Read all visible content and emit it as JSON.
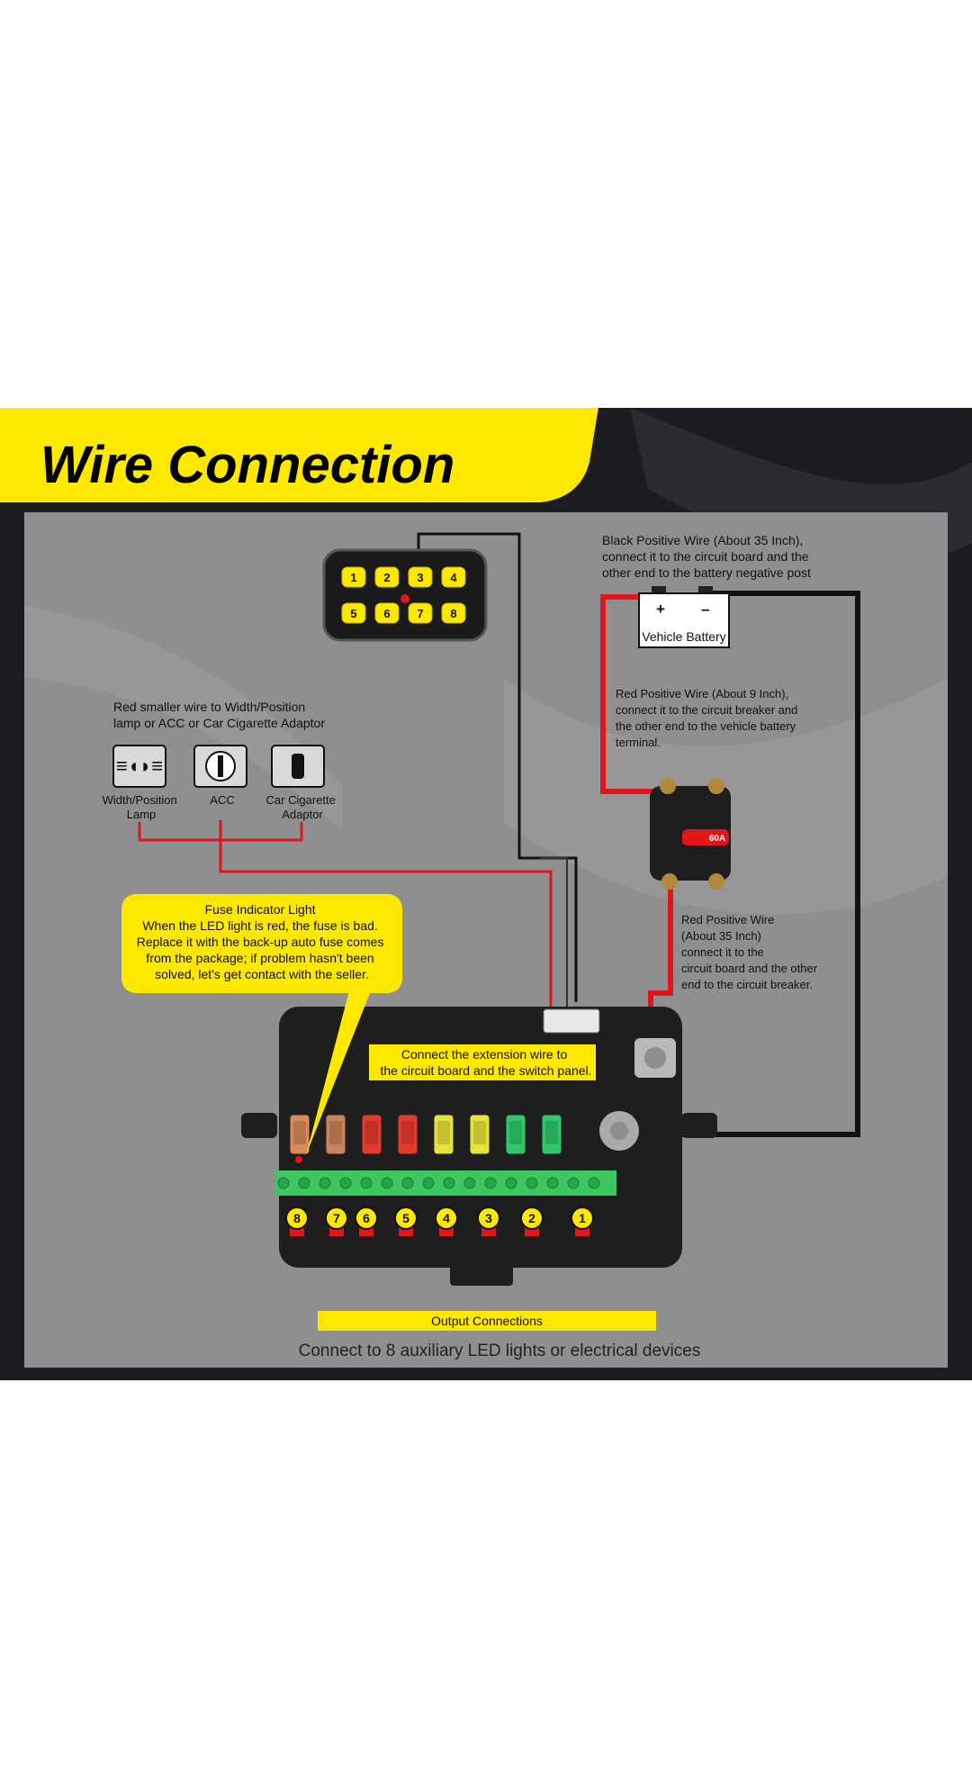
{
  "header": {
    "title": "Wire Connection"
  },
  "switch_panel": {
    "buttons": [
      "1",
      "2",
      "3",
      "4",
      "5",
      "6",
      "7",
      "8"
    ]
  },
  "black_wire_note": {
    "lines": [
      "Black Positive Wire (About 35 Inch),",
      "connect it to the circuit board and the",
      "other end to the battery negative post"
    ]
  },
  "battery": {
    "label": "Vehicle Battery",
    "plus": "+",
    "minus": "–"
  },
  "red_short_note": {
    "lines": [
      "Red Positive Wire (About 9 Inch),",
      "connect it to the circuit breaker and",
      "the other end to the vehicle battery",
      "terminal."
    ]
  },
  "breaker": {
    "rating": "60A"
  },
  "red_long_note": {
    "lines": [
      "Red Positive Wire",
      "(About 35 Inch)",
      "connect it to the",
      "circuit board and the other",
      "end to the circuit breaker."
    ]
  },
  "acc_note": {
    "lines": [
      "Red smaller wire to Width/Position",
      "lamp or ACC or Car Cigarette Adaptor"
    ]
  },
  "acc_options": [
    {
      "icon": "width-position-lamp-icon",
      "lines": [
        "Width/Position",
        "Lamp"
      ]
    },
    {
      "icon": "acc-key-icon",
      "lines": [
        "ACC"
      ]
    },
    {
      "icon": "cigarette-adaptor-icon",
      "lines": [
        "Car Cigarette",
        "Adaptor"
      ]
    }
  ],
  "fuse_indicator": {
    "title": "Fuse Indicator Light",
    "lines": [
      "When the LED light is red, the fuse is bad.",
      "Replace it with the back-up auto fuse comes",
      "from the package; if problem hasn't been",
      "solved, let's get contact with the seller."
    ]
  },
  "extension_note": {
    "lines": [
      "Connect the extension wire to",
      "the circuit board and the switch panel."
    ]
  },
  "fuse_box": {
    "fuses": [
      {
        "color": "#d98a5a"
      },
      {
        "color": "#c9825a"
      },
      {
        "color": "#e23b2e"
      },
      {
        "color": "#e23b2e"
      },
      {
        "color": "#e6e23a"
      },
      {
        "color": "#e6e23a"
      },
      {
        "color": "#2fc76a"
      },
      {
        "color": "#2fc76a"
      }
    ],
    "outputs": [
      "8",
      "7",
      "6",
      "5",
      "4",
      "3",
      "2",
      "1"
    ]
  },
  "output_label": "Output Connections",
  "footer": "Connect to 8 auxiliary LED lights or electrical devices",
  "colors": {
    "accent": "#ffe800",
    "wire_red": "#e0161a",
    "wire_black": "#111111"
  }
}
